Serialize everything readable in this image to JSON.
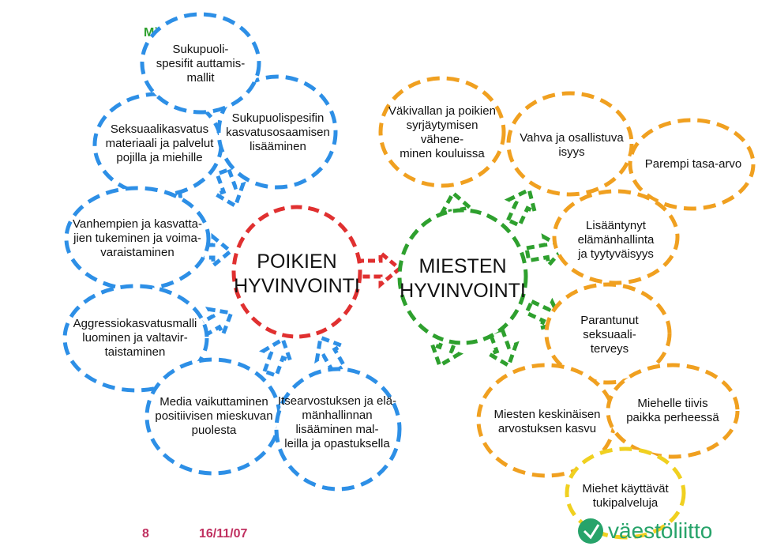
{
  "colors": {
    "blue": "#2d8fe6",
    "red": "#e03030",
    "green": "#2ea02e",
    "orange": "#f0a020",
    "logo_green": "#27a36a",
    "footer_red": "#c03060"
  },
  "center": {
    "boys": "POIKIEN\nHYVINVOINTI",
    "men": "MIESTEN\nHYVINVOINTI"
  },
  "blue_nodes": {
    "gender_specific_models": "Sukupuoli-\nspesifit auttamis-\nmallit",
    "sex_education_material": "Seksuaalikasvatus\nmateriaali ja palvelut\npojilla ja miehille",
    "gender_specific_education": "Sukupuolispesifin\nkasvatusosaamisen\nlisääminen",
    "parents_support": "Vanhempien ja kasvatta-\njien  tukeminen ja voima-\nvaraistaminen",
    "aggression_model": "Aggressiokasvatusmalli\nluominen ja valtavir-\ntaistaminen",
    "media_influence": "Media vaikuttaminen\npositiivisen mieskuvan\npuolesta",
    "self_esteem": "Itsearvostuksen ja elä-\nmänhallinnan lisääminen mal-\nleilla ja opastuksella"
  },
  "orange_nodes": {
    "violence_reduction": "Väkivallan ja poikien\nsyrjäytymisen vähene-\nminen kouluissa",
    "fatherhood": "Vahva ja osallistuva isyys",
    "equality": "Parempi tasa-arvo",
    "life_management": "Lisääntynyt elämänhallinta\nja tyytyväisyys",
    "sexual_health": "Parantunut seksuaali-\nterveys",
    "mutual_respect": "Miesten keskinäisen\narvostuksen kasvu",
    "family_place": "Miehelle tiivis\npaikka perheessä",
    "support_services": "Miehet käyttävät\ntukipalveluja"
  },
  "footer": {
    "page": "8",
    "date": "16/11/07",
    "logo": "väestöliitto"
  },
  "partial_title": "Mi"
}
